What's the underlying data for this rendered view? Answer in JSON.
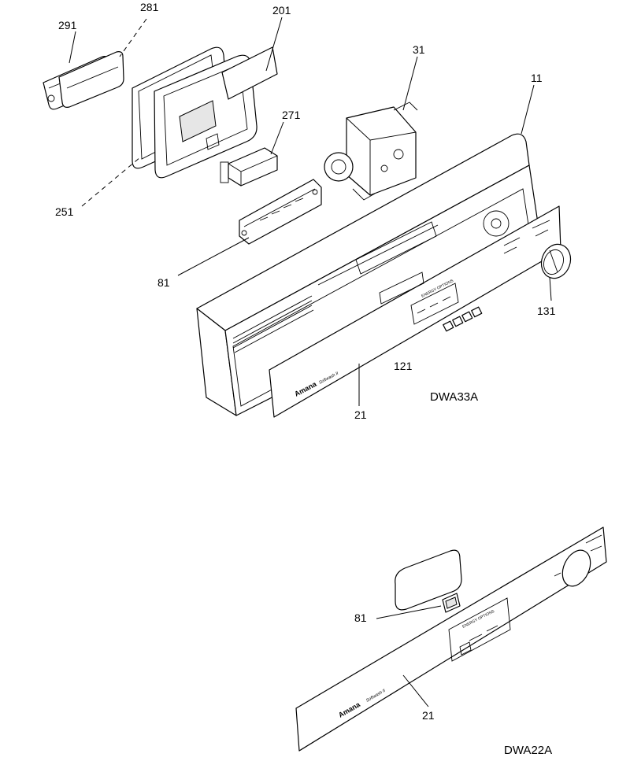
{
  "callouts": {
    "c291": "291",
    "c281": "281",
    "c201": "201",
    "c31": "31",
    "c11": "11",
    "c271": "271",
    "c251": "251",
    "c81_top": "81",
    "c131": "131",
    "c121": "121",
    "c21_top": "21",
    "c81_bottom": "81",
    "c21_bottom": "21"
  },
  "drawing_ids": {
    "top": "DWA33A",
    "bottom": "DWA22A"
  },
  "panel_text": {
    "brand_top": "Amana",
    "brand_sub_top": "Softwash II",
    "brand_bottom": "Amana",
    "brand_sub_bottom": "Softwash II",
    "options_top": "ENERGY OPTIONS",
    "options_bottom": "ENERGY OPTIONS"
  },
  "colors": {
    "line": "#000000",
    "background": "#ffffff",
    "shade": "#e6e6e6"
  }
}
